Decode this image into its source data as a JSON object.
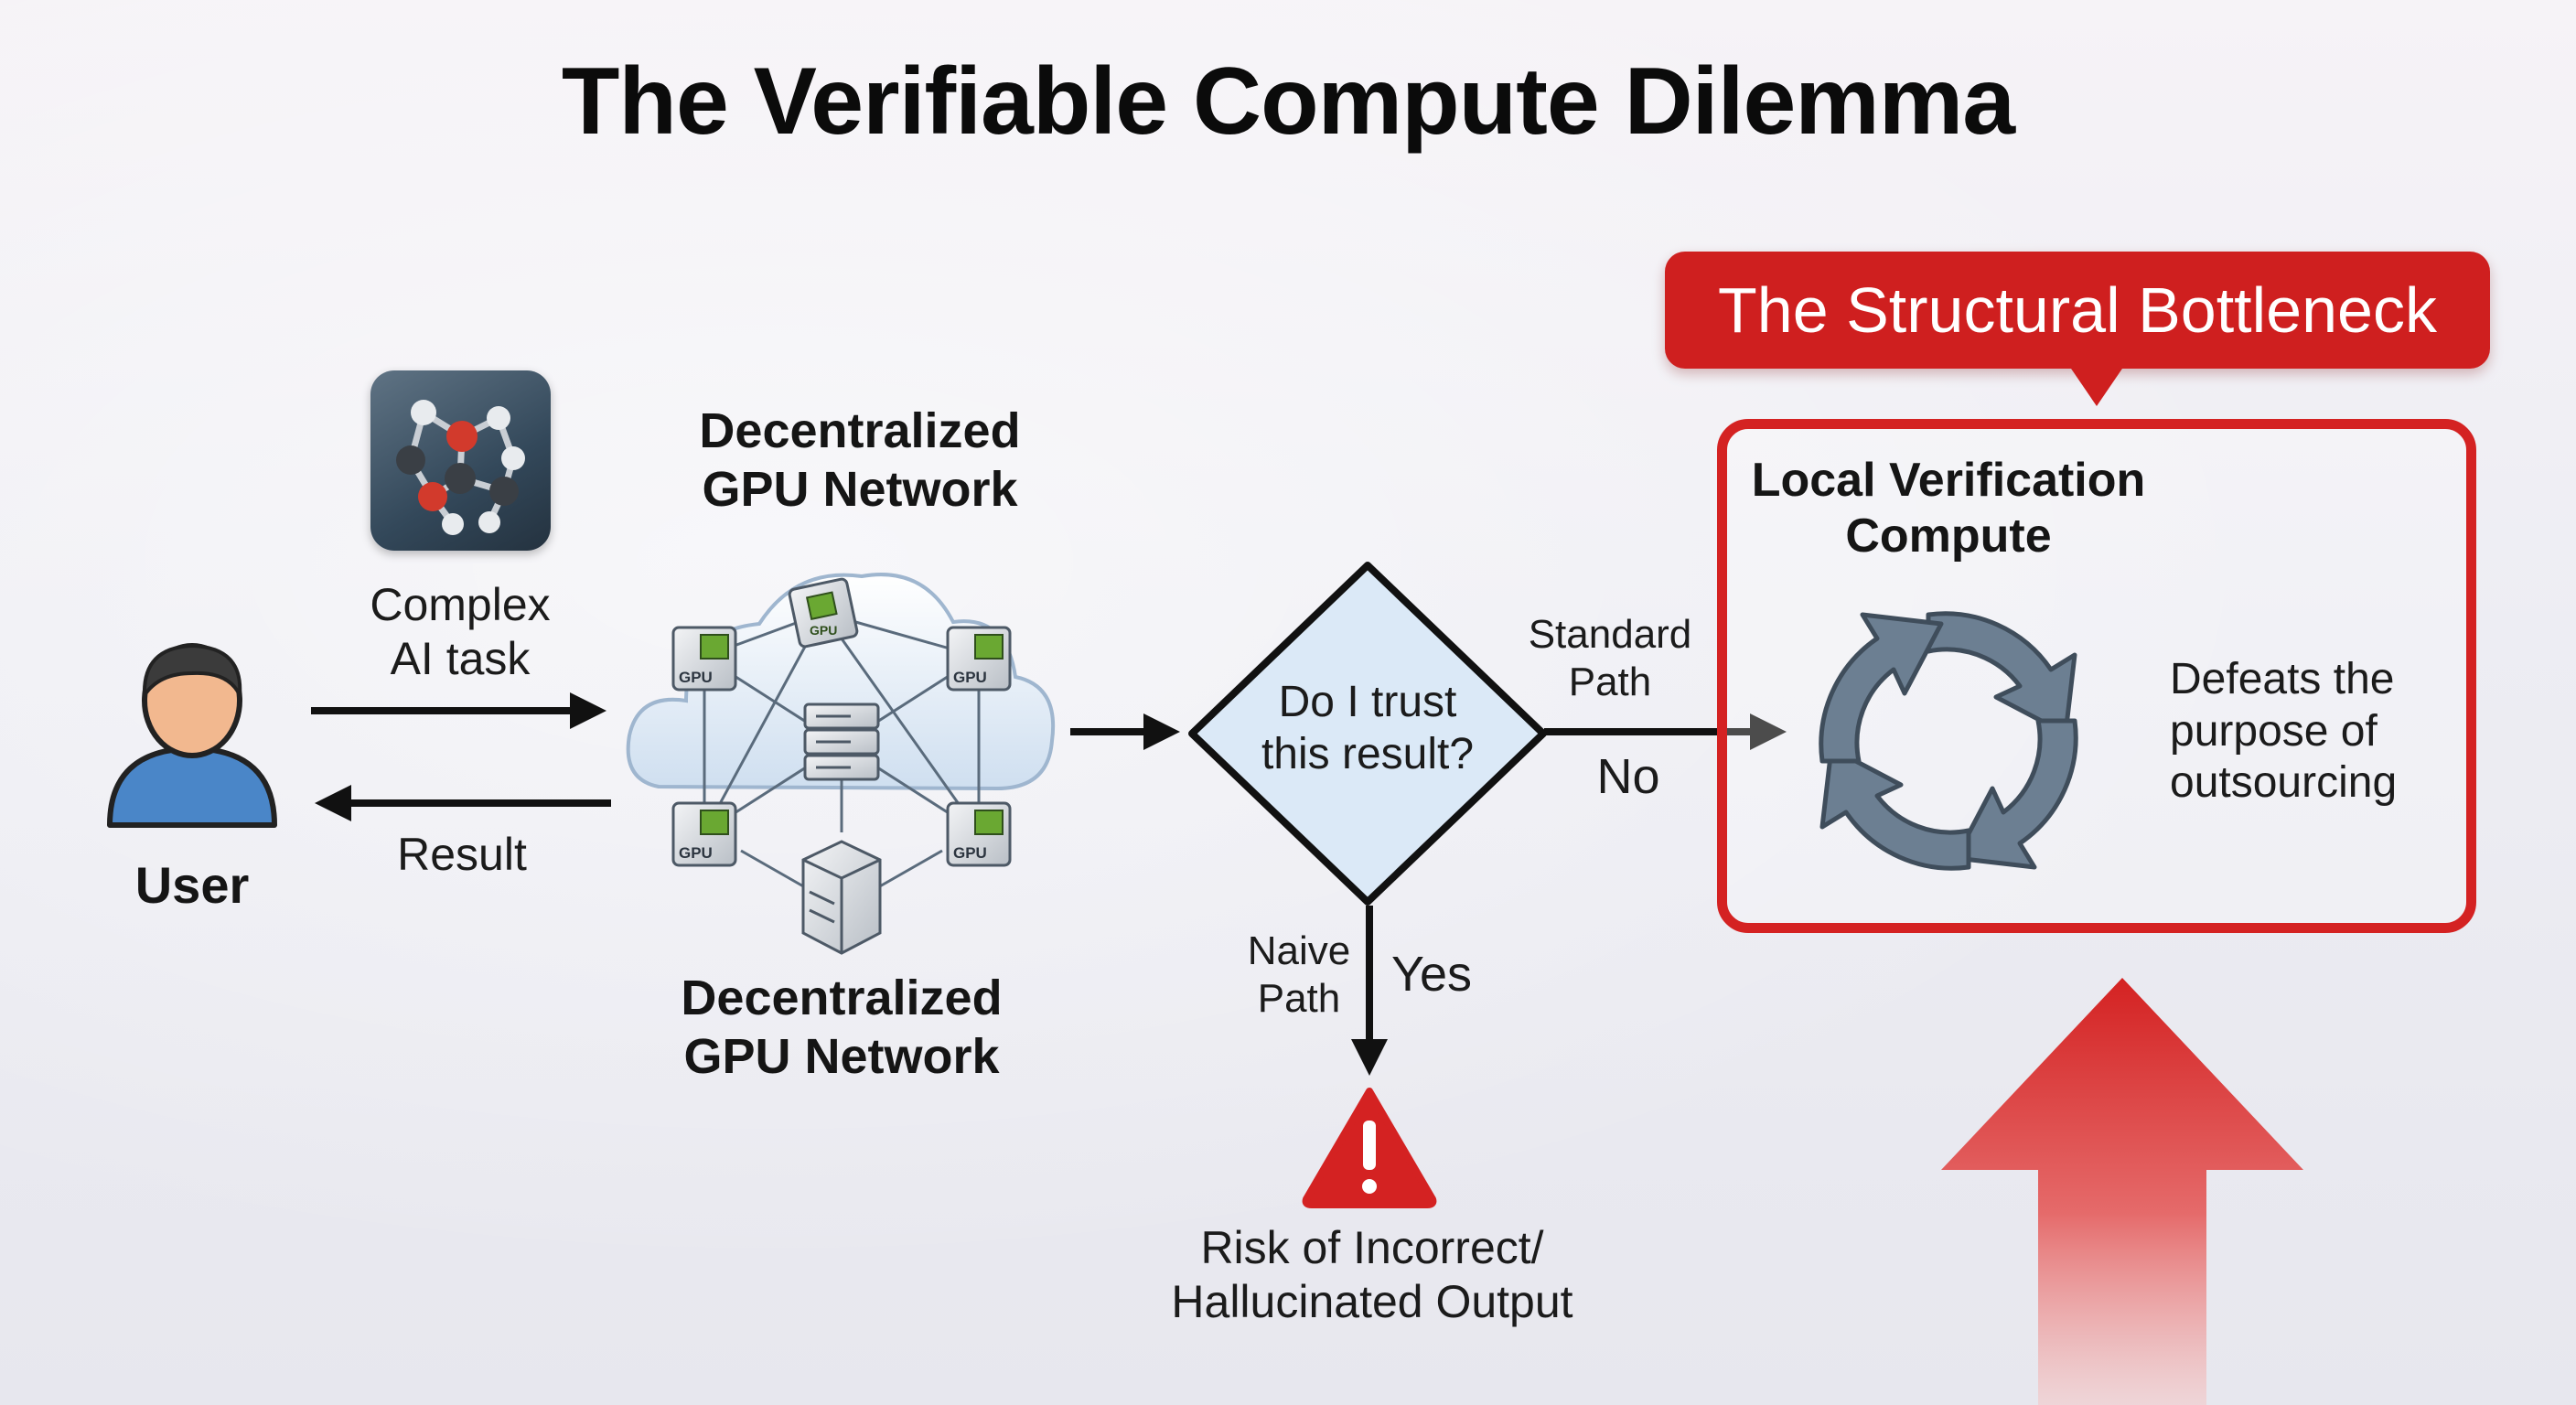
{
  "title": "The Verifiable Compute Dilemma",
  "user_label": "User",
  "task_label": [
    "Complex",
    "AI task"
  ],
  "result_label": "Result",
  "network_label_top": [
    "Decentralized",
    "GPU Network"
  ],
  "network_label_bottom": [
    "Decentralized",
    "GPU Network"
  ],
  "gpu_chip_label": "GPU",
  "decision_text": [
    "Do I trust",
    "this result?"
  ],
  "standard_path_label": [
    "Standard",
    "Path"
  ],
  "no_label": "No",
  "naive_path_label": [
    "Naive",
    "Path"
  ],
  "yes_label": "Yes",
  "risk_label": [
    "Risk of Incorrect/",
    "Hallucinated Output"
  ],
  "callout_label": "The Structural Bottleneck",
  "verification_label": [
    "Local Verification",
    "Compute"
  ],
  "defeats_label": [
    "Defeats the",
    "purpose of",
    "outsourcing"
  ],
  "colors": {
    "accent_red": "#d42222",
    "user_blue": "#4a86c8",
    "cycle_gray": "#6c7f92",
    "decision_fill": "#dbe9f7",
    "chip_green": "#6aa832"
  }
}
